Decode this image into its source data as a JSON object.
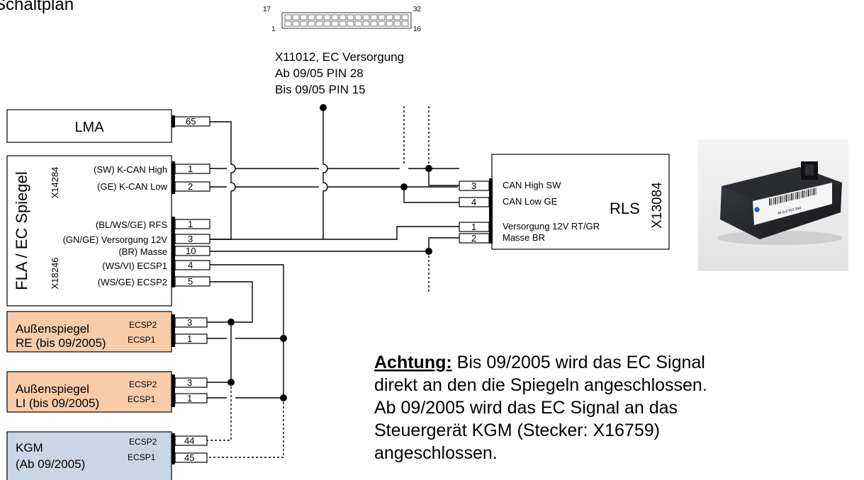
{
  "top_text": "Schaltplan",
  "connector_icon": {
    "pin_17": "17",
    "pin_32": "32",
    "pin_1": "1",
    "pin_16": "16",
    "icon": "connector-icon"
  },
  "supply_note": {
    "line1": "X11012, EC Versorgung",
    "line2": "Ab 09/05 PIN 28",
    "line3": "Bis 09/05 PIN 15"
  },
  "lma": {
    "title": "LMA",
    "pin": "65"
  },
  "fla": {
    "title": "FLA / EC Spiegel",
    "connector_a": "X14284",
    "connector_b": "X18246",
    "pins": [
      {
        "label": "(SW) K-CAN High",
        "num": "1"
      },
      {
        "label": "(GE) K-CAN Low",
        "num": "2"
      },
      {
        "label": "(BL/WS/GE) RFS",
        "num": "1"
      },
      {
        "label": "(GN/GE) Versorgung 12V",
        "num": "3"
      },
      {
        "label": "(BR) Masse",
        "num": "10"
      },
      {
        "label": "(WS/VI) ECSP1",
        "num": "4"
      },
      {
        "label": "(WS/GE)  ECSP2",
        "num": "5"
      }
    ]
  },
  "rls": {
    "title": "RLS",
    "connector": "X13084",
    "pins": [
      {
        "label": "CAN High SW",
        "num": "3"
      },
      {
        "label": "CAN Low GE",
        "num": "4"
      },
      {
        "label": "Versorgung 12V RT/GR",
        "num": "1"
      },
      {
        "label": "Masse BR",
        "num": "2"
      }
    ]
  },
  "mirror_re": {
    "line1": "Außenspiegel",
    "line2": "RE (bis 09/2005)",
    "pin_a_label": "ECSP2",
    "pin_a": "3",
    "pin_b_label": "ECSP1",
    "pin_b": "1"
  },
  "mirror_li": {
    "line1": "Außenspiegel",
    "line2": "LI (bis 09/2005)",
    "pin_a_label": "ECSP2",
    "pin_a": "3",
    "pin_b_label": "ECSP1",
    "pin_b": "1"
  },
  "kgm": {
    "line1": "KGM",
    "line2": "(Ab 09/2005)",
    "pin_a_label": "ECSP2",
    "pin_a": "44",
    "pin_b_label": "ECSP1",
    "pin_b": "45"
  },
  "note": {
    "heading": "Achtung:",
    "line1": " Bis 09/2005 wird das EC Signal",
    "line2": "direkt an den die Spiegeln angeschlossen.",
    "line3": "Ab 09/2005 wird das EC Signal an das",
    "line4": "Steuergerät KGM (Stecker: X16759)",
    "line5": "angeschlossen."
  },
  "photo": {
    "icon": "rain-light-sensor-photo",
    "label_text": "RLS 6 922 954"
  },
  "colors": {
    "mirror_fill": "#F8CBA9",
    "kgm_fill": "#C9D6E8",
    "line": "#000000"
  }
}
